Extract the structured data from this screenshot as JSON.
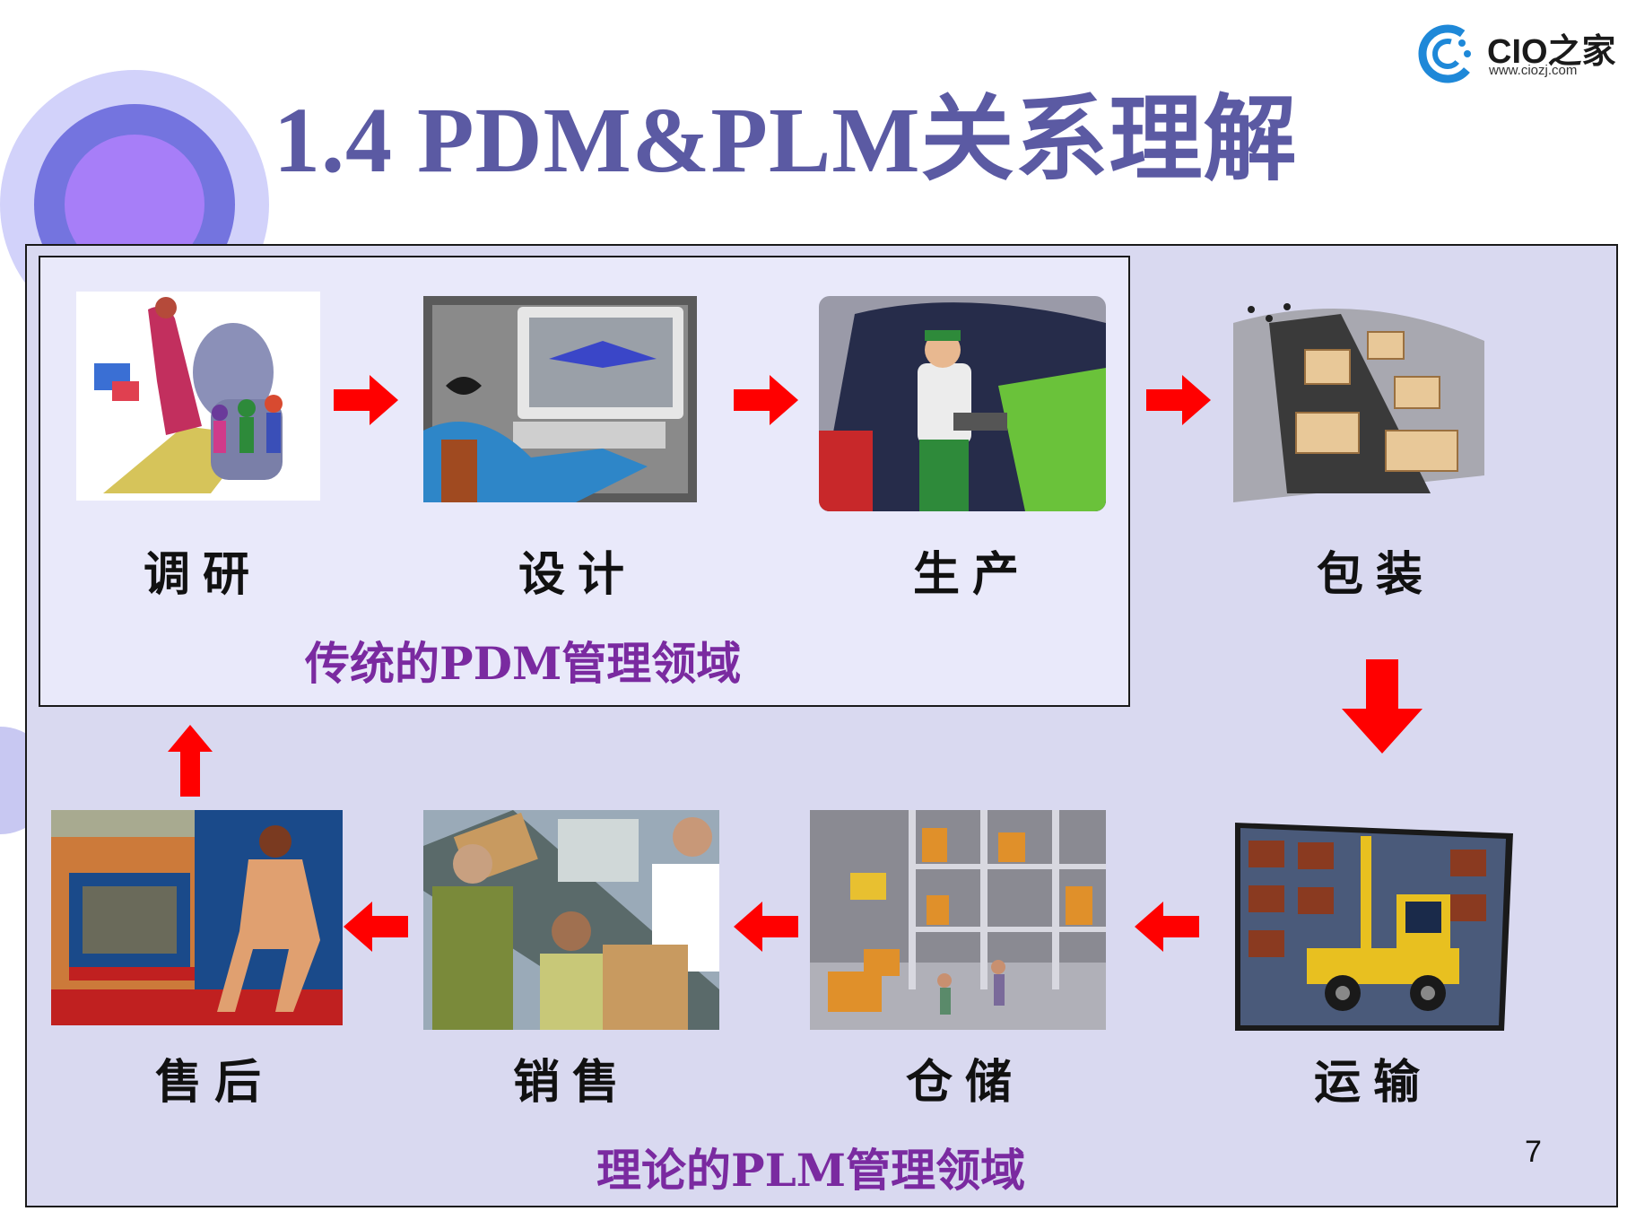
{
  "title": "1.4 PDM&PLM关系理解",
  "logo": {
    "name": "CIO之家",
    "url": "www.ciozj.com"
  },
  "stages": [
    {
      "id": "research",
      "label": "调研",
      "icon": "researcher-microscope-icon"
    },
    {
      "id": "design",
      "label": "设计",
      "icon": "cad-computer-icon"
    },
    {
      "id": "production",
      "label": "生产",
      "icon": "factory-worker-icon"
    },
    {
      "id": "packaging",
      "label": "包装",
      "icon": "conveyor-boxes-icon"
    },
    {
      "id": "transport",
      "label": "运输",
      "icon": "forklift-icon"
    },
    {
      "id": "warehouse",
      "label": "仓储",
      "icon": "warehouse-shelves-icon"
    },
    {
      "id": "sales",
      "label": "销售",
      "icon": "cashier-icon"
    },
    {
      "id": "after_sales",
      "label": "售后",
      "icon": "tv-repair-icon"
    }
  ],
  "domains": {
    "pdm": "传统的PDM管理领域",
    "plm": "理论的PLM管理领域"
  },
  "page_number": "7",
  "colors": {
    "title": "#5b5aa3",
    "arrow": "#ff0000",
    "domain_text": "#7a2aa0",
    "outer_panel": "#d9d9f0",
    "inner_panel": "#e9e9fa"
  }
}
